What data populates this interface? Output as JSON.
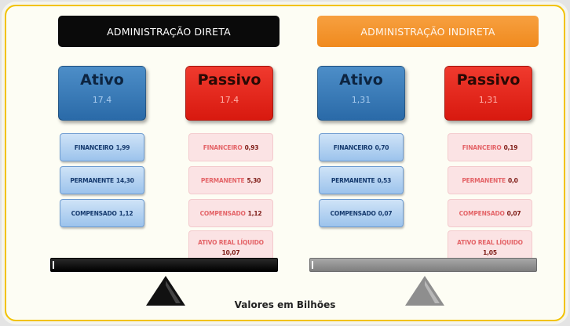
{
  "caption": "Valores em Bilhões",
  "panels": {
    "direta": {
      "header": "ADMINISTRAÇÃO DIRETA",
      "ativo": {
        "title": "Ativo",
        "value": "17.4"
      },
      "passivo": {
        "title": "Passivo",
        "value": "17.4"
      },
      "ativo_items": [
        {
          "label": "FINANCEIRO",
          "value": "1,99"
        },
        {
          "label": "PERMANENTE",
          "value": "14,30"
        },
        {
          "label": "COMPENSADO",
          "value": "1,12"
        }
      ],
      "passivo_items": [
        {
          "label": "FINANCEIRO",
          "value": "0,93"
        },
        {
          "label": "PERMANENTE",
          "value": "5,30"
        },
        {
          "label": "COMPENSADO",
          "value": "1,12"
        },
        {
          "label": "ATIVO REAL LÍQUIDO",
          "value": "10,07"
        }
      ]
    },
    "indireta": {
      "header": "ADMINISTRAÇÃO INDIRETA",
      "ativo": {
        "title": "Ativo",
        "value": "1,31"
      },
      "passivo": {
        "title": "Passivo",
        "value": "1,31"
      },
      "ativo_items": [
        {
          "label": "FINANCEIRO",
          "value": "0,70"
        },
        {
          "label": "PERMANENTE",
          "value": "0,53"
        },
        {
          "label": "COMPENSADO",
          "value": "0,07"
        }
      ],
      "passivo_items": [
        {
          "label": "FINANCEIRO",
          "value": "0,19"
        },
        {
          "label": "PERMANENTE",
          "value": "0,0"
        },
        {
          "label": "COMPENSADO",
          "value": "0,07"
        },
        {
          "label": "ATIVO REAL LÍQUIDO",
          "value": "1,05"
        }
      ]
    }
  },
  "colors": {
    "frame_border": "#f2c200",
    "ativo_blue": "#2a6aa8",
    "passivo_red": "#d8190f",
    "indireta_orange": "#f08a1e"
  }
}
